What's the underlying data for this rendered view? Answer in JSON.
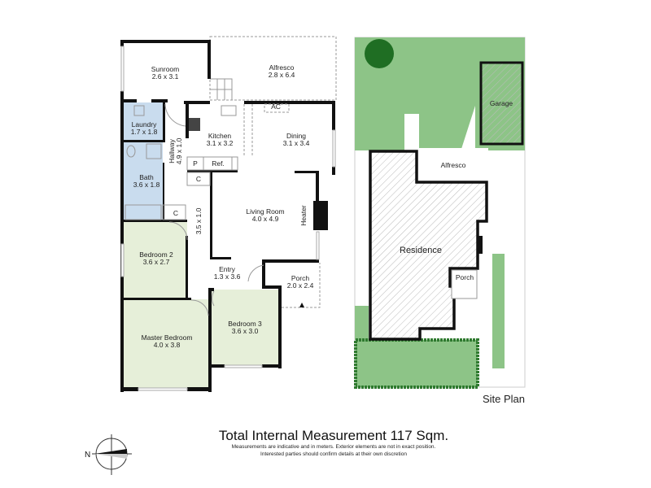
{
  "floor_plan": {
    "rooms": [
      {
        "name": "Sunroom",
        "size": "2.6 x 3.1"
      },
      {
        "name": "Alfresco",
        "size": "2.8 x 6.4"
      },
      {
        "name": "Laundry",
        "size": "1.7 x 1.8"
      },
      {
        "name": "Kitchen",
        "size": "3.1 x 3.2"
      },
      {
        "name": "Dining",
        "size": "3.1 x 3.4"
      },
      {
        "name": "Hallway",
        "size": "4.9 x 1.0"
      },
      {
        "name": "Bath",
        "size": "3.6 x 1.8"
      },
      {
        "name": "Living Room",
        "size": "4.0 x 4.9"
      },
      {
        "name": "Bedroom 2",
        "size": "3.6 x 2.7"
      },
      {
        "name": "Entry",
        "size": "1.3 x 3.6"
      },
      {
        "name": "Porch",
        "size": "2.0 x 2.4"
      },
      {
        "name": "Master Bedroom",
        "size": "4.0 x 3.8"
      },
      {
        "name": "Bedroom 3",
        "size": "3.6 x 3.0"
      }
    ],
    "hall_dim": "3.5 x 1.0",
    "fixtures": {
      "ac": "AC",
      "pantry": "P",
      "fridge": "Ref.",
      "cupboard": "C",
      "heater": "Heater"
    }
  },
  "site_plan": {
    "title": "Site Plan",
    "labels": {
      "garage": "Garage",
      "alfresco": "Alfresco",
      "residence": "Residence",
      "porch": "Porch"
    }
  },
  "footer": {
    "title": "Total Internal Measurement 117 Sqm.",
    "note1": "Measurements are indicative and in meters. Exterior elements are not in exact position.",
    "note2": "Interested parties should confirm details at their own discretion",
    "compass": "N"
  },
  "colors": {
    "wet_area": "#c9dcee",
    "bedroom": "#e6efd9",
    "lawn": "#8dc487",
    "hedge": "#2f7a2f",
    "wall": "#111111"
  }
}
